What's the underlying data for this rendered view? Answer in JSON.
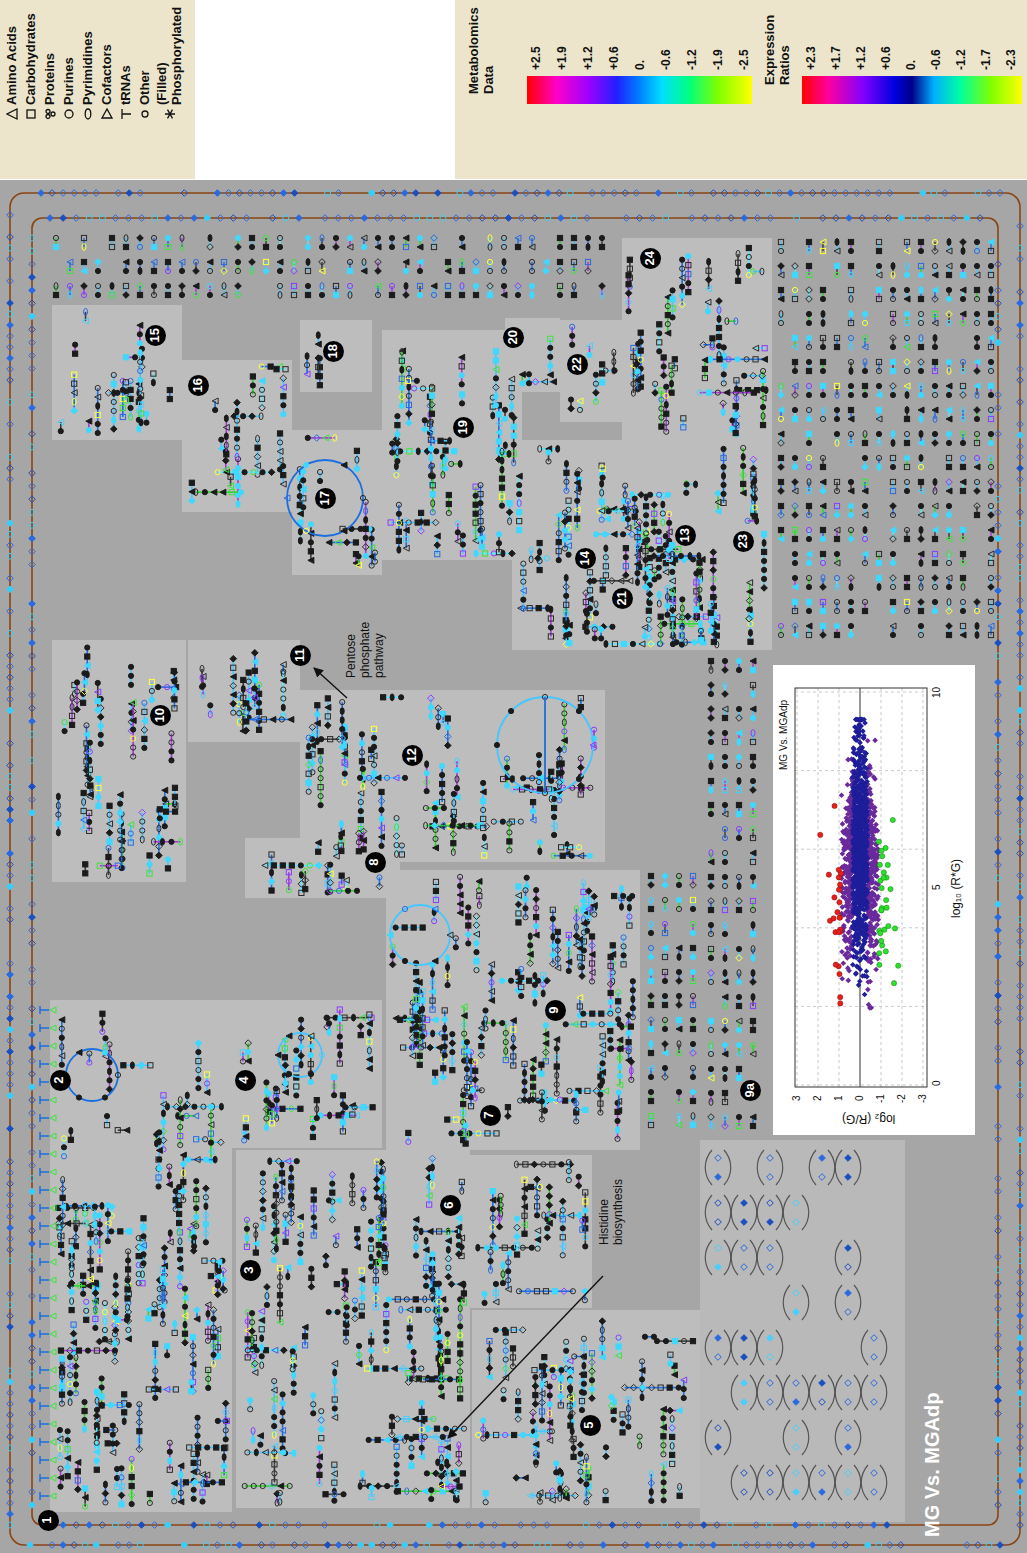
{
  "diagram": {
    "title": "MG Vs. MGAdp",
    "nodes": [
      {
        "text": [
          "1"
        ]
      },
      {
        "text": [
          "2"
        ]
      },
      {
        "text": [
          "3"
        ]
      },
      {
        "text": [
          "4"
        ]
      },
      {
        "text": [
          "5"
        ]
      },
      {
        "text": [
          "6"
        ]
      },
      {
        "text": [
          "7"
        ]
      },
      {
        "text": [
          "8"
        ]
      },
      {
        "text": [
          "9"
        ]
      },
      {
        "text": [
          "9a"
        ]
      },
      {
        "text": [
          "10"
        ]
      },
      {
        "text": [
          "11"
        ]
      },
      {
        "text": [
          "12"
        ]
      },
      {
        "text": [
          "13"
        ]
      },
      {
        "text": [
          "14"
        ]
      },
      {
        "text": [
          "15"
        ]
      },
      {
        "text": [
          "16"
        ]
      },
      {
        "text": [
          "17"
        ]
      },
      {
        "text": [
          "18"
        ]
      },
      {
        "text": [
          "19"
        ]
      },
      {
        "text": [
          "20"
        ]
      },
      {
        "text": [
          "21"
        ]
      },
      {
        "text": [
          "22"
        ]
      },
      {
        "text": [
          "23"
        ]
      },
      {
        "text": [
          "24"
        ]
      }
    ],
    "labels": [
      "Pentose phosphate pathway",
      "Histidine biosynthesis",
      "Metabolomics Data",
      "+2.5",
      "+1.9",
      "+1.2",
      "+0.6",
      "0.",
      "-0.6",
      "-1.2",
      "-1.9",
      "-2.5",
      "Expression Ratios",
      "+2.3",
      "+1.7",
      "+1.2",
      "+0.6",
      "0.",
      "-0.6",
      "-1.2",
      "-1.7",
      "-2.3",
      "MG Vs. MGAdp",
      "log₁₀ (R*G)",
      "log₂ (R/G)",
      "3",
      "2",
      "1",
      "0",
      "-1",
      "-2",
      "-3",
      "0",
      "5",
      "10"
    ],
    "legend": [
      {
        "text": "Amino Acids"
      },
      {
        "text": "Carbohydrates"
      },
      {
        "text": "Proteins"
      },
      {
        "text": "Purines"
      },
      {
        "text": "Pyrimidines"
      },
      {
        "text": "Cofactors"
      },
      {
        "text": "tRNAs"
      },
      {
        "text": "Other"
      },
      {
        "text": "(Filled) Phosphorylated"
      }
    ]
  }
}
